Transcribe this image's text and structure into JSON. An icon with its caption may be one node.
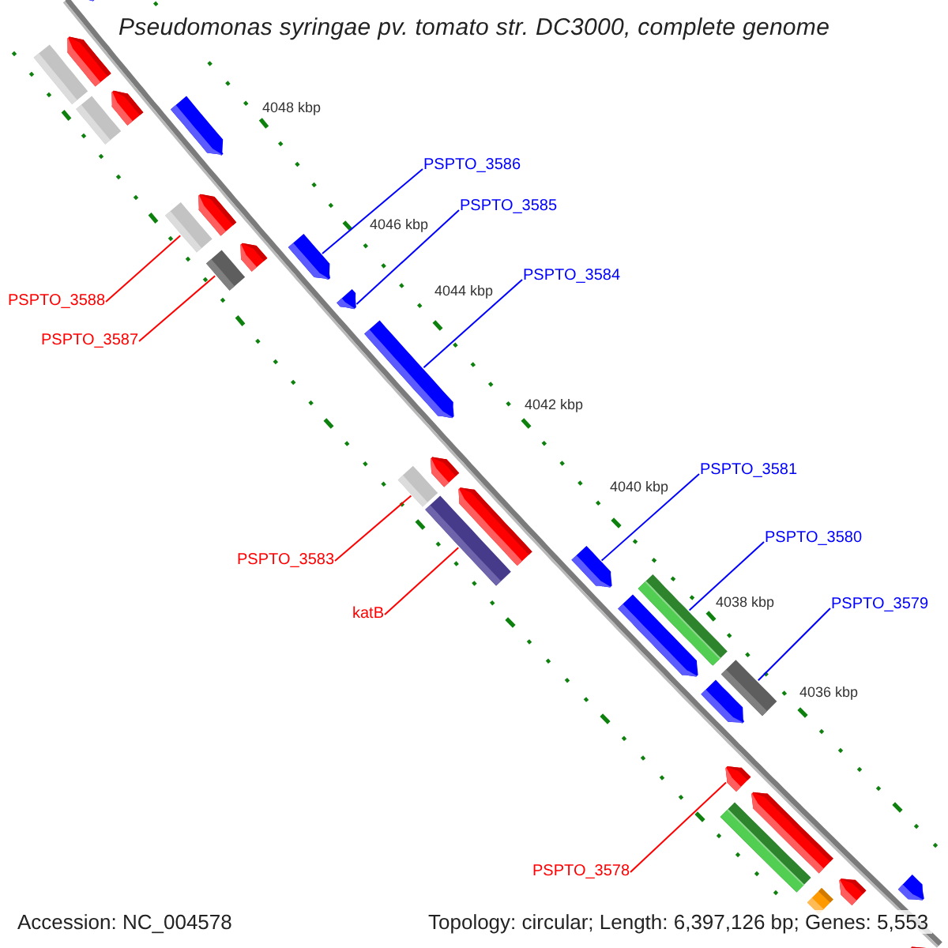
{
  "diagram": {
    "title": "Pseudomonas syringae pv. tomato str. DC3000, complete genome",
    "nodes": [
      {
        "text": [
          "PSPTO_3586"
        ]
      },
      {
        "text": [
          "PSPTO_3585"
        ]
      },
      {
        "text": [
          "PSPTO_3584"
        ]
      },
      {
        "text": [
          "PSPTO_3588"
        ]
      },
      {
        "text": [
          "PSPTO_3587"
        ]
      },
      {
        "text": [
          "PSPTO_3581"
        ]
      },
      {
        "text": [
          "PSPTO_3580"
        ]
      },
      {
        "text": [
          "PSPTO_3583"
        ]
      },
      {
        "text": [
          "PSPTO_3579"
        ]
      },
      {
        "text": [
          "katB"
        ]
      },
      {
        "text": [
          "PSPTO_3578"
        ]
      },
      {
        "text": [],
        "shape": "arrow"
      },
      {
        "text": [],
        "shape": "arrow"
      },
      {
        "text": [],
        "shape": "bar"
      },
      {
        "text": [],
        "shape": "arrow"
      },
      {
        "text": [],
        "shape": "bar"
      },
      {
        "text": [],
        "shape": "arrow"
      },
      {
        "text": [],
        "shape": "arrow"
      },
      {
        "text": [],
        "shape": "bar"
      },
      {
        "text": [],
        "shape": "arrow"
      },
      {
        "text": [],
        "shape": "arrow"
      },
      {
        "text": [],
        "shape": "bar"
      },
      {
        "text": [],
        "shape": "arrow"
      },
      {
        "text": [],
        "shape": "arrow"
      },
      {
        "text": [],
        "shape": "arrow"
      },
      {
        "text": [],
        "shape": "bar"
      },
      {
        "text": [],
        "shape": "arrow"
      },
      {
        "text": [],
        "shape": "bar"
      },
      {
        "text": [],
        "shape": "arrow"
      },
      {
        "text": [],
        "shape": "bar"
      },
      {
        "text": [],
        "shape": "arrow"
      },
      {
        "text": [],
        "shape": "bar"
      },
      {
        "text": [],
        "shape": "arrow"
      },
      {
        "text": [],
        "shape": "arrow"
      },
      {
        "text": [],
        "shape": "arrow"
      },
      {
        "text": [],
        "shape": "bar"
      },
      {
        "text": [],
        "shape": "arrow"
      },
      {
        "text": [],
        "shape": "arrow"
      },
      {
        "text": [],
        "shape": "bar"
      },
      {
        "text": [],
        "shape": "arrow"
      }
    ],
    "edges": [
      {
        "from": 0,
        "to": 20,
        "arrow": "none"
      },
      {
        "from": 1,
        "to": 22,
        "arrow": "none"
      },
      {
        "from": 2,
        "to": 23,
        "arrow": "none"
      },
      {
        "from": 3,
        "to": 18,
        "arrow": "none",
        "color": "#ff0000"
      },
      {
        "from": 4,
        "to": 21,
        "arrow": "none",
        "color": "#ff0000"
      },
      {
        "from": 5,
        "to": 28,
        "arrow": "none"
      },
      {
        "from": 6,
        "to": 29,
        "arrow": "none"
      },
      {
        "from": 7,
        "to": 25,
        "arrow": "none",
        "color": "#ff0000"
      },
      {
        "from": 8,
        "to": 31,
        "arrow": "none"
      },
      {
        "from": 9,
        "to": 27,
        "arrow": "none",
        "color": "#ff0000"
      },
      {
        "from": 10,
        "to": 33,
        "arrow": "none",
        "color": "#ff0000"
      }
    ],
    "labels": [
      "4048 kbp",
      "4046 kbp",
      "4044 kbp",
      "4042 kbp",
      "4040 kbp",
      "4038 kbp",
      "4036 kbp",
      "Accession: NC_004578",
      "Topology: circular; Length: 6,397,126 bp; Genes: 5,553"
    ]
  }
}
